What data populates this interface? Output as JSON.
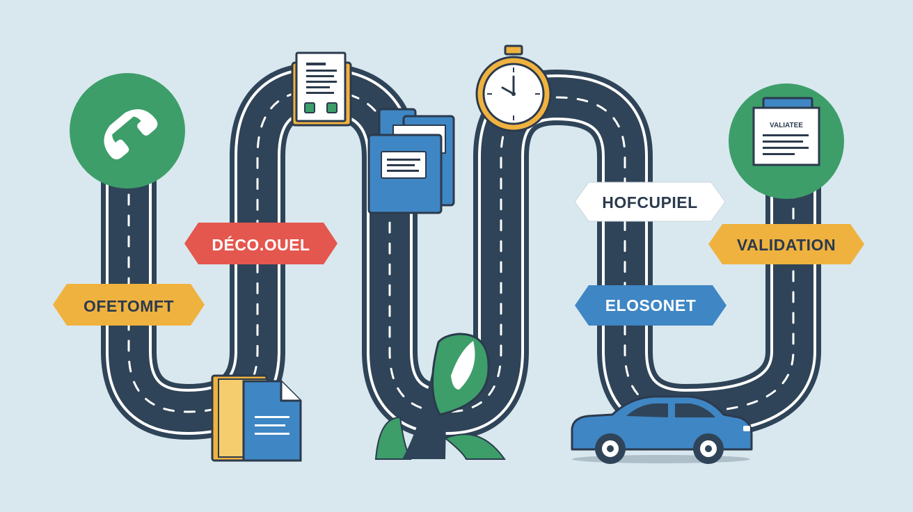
{
  "colors": {
    "background": "#d9e8ef",
    "road": "#2f4458",
    "road_edge": "#ffffff",
    "green": "#3d9e6a",
    "red": "#e4574e",
    "orange": "#f0b23f",
    "blue": "#3f86c4",
    "white_sign": "#ffffff",
    "outline": "#2b3a4d"
  },
  "signs": [
    {
      "id": "sign-red",
      "text": "DÉCO.OUEL",
      "color": "#e4574e",
      "text_color": "#ffffff"
    },
    {
      "id": "sign-orange-left",
      "text": "OFETOMFT",
      "color": "#f0b23f",
      "text_color": "#2b3a4d"
    },
    {
      "id": "sign-white",
      "text": "HOFCUPIEL",
      "color": "#ffffff",
      "text_color": "#2b3a4d"
    },
    {
      "id": "sign-orange-right",
      "text": "VALIDATION",
      "color": "#f0b23f",
      "text_color": "#2b3a4d"
    },
    {
      "id": "sign-blue",
      "text": "ELOSONET",
      "color": "#3f86c4",
      "text_color": "#ffffff"
    }
  ],
  "milestones": {
    "start": {
      "icon": "phone-icon"
    },
    "form": {
      "icon": "form-document-icon"
    },
    "folders": {
      "icon": "folder-icon"
    },
    "clock": {
      "icon": "stopwatch-icon"
    },
    "validation": {
      "icon": "validation-document-icon",
      "label": "VALIATEE"
    },
    "files": {
      "icon": "file-stack-icon"
    },
    "plant": {
      "icon": "leaf-icon"
    },
    "car": {
      "icon": "car-icon"
    }
  }
}
